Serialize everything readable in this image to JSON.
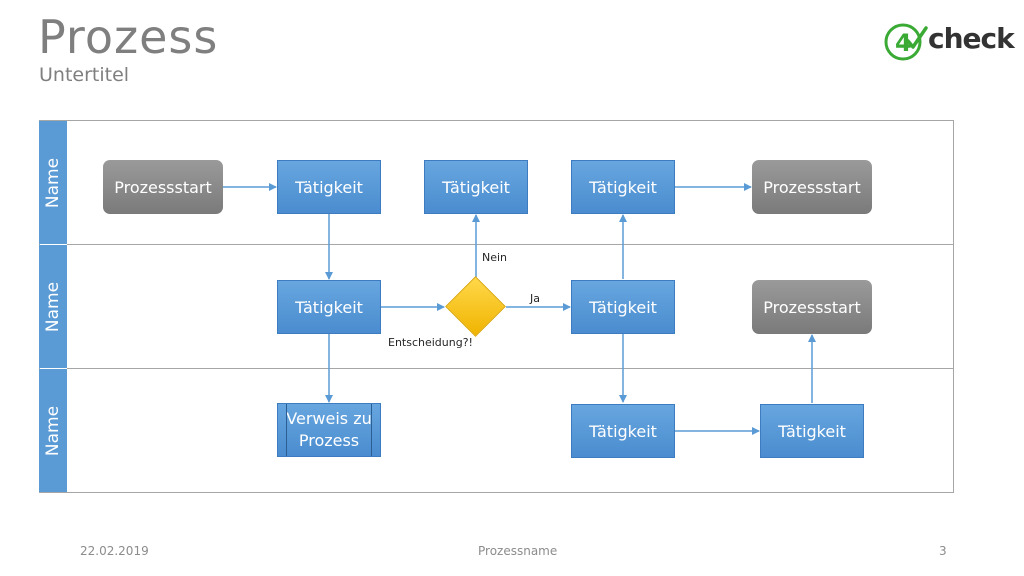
{
  "slide": {
    "title": "Prozess",
    "subtitle": "Untertitel"
  },
  "logo": {
    "digit": "4",
    "text": "check",
    "accent_color": "#3aaa35"
  },
  "lanes": [
    {
      "label": "Name"
    },
    {
      "label": "Name"
    },
    {
      "label": "Name"
    }
  ],
  "nodes": {
    "start1": "Prozessstart",
    "task_r1_a": "Tätigkeit",
    "task_r1_b": "Tätigkeit",
    "task_r1_c": "Tätigkeit",
    "end_r1": "Prozessstart",
    "task_r2_a": "Tätigkeit",
    "task_r2_c": "Tätigkeit",
    "end_r2": "Prozessstart",
    "subprocess_r3": "Verweis zu Prozess",
    "task_r3_c": "Tätigkeit",
    "task_r3_d": "Tätigkeit"
  },
  "decision": {
    "label": "Entscheidung?!",
    "yes_label": "Ja",
    "no_label": "Nein"
  },
  "footer": {
    "date": "22.02.2019",
    "process_name": "Prozessname",
    "page_number": "3"
  },
  "colors": {
    "task_blue": "#5b9bd5",
    "terminal_gray": "#8a8a8a",
    "decision_yellow": "#ffc000",
    "lane_header": "#5b9bd5"
  }
}
